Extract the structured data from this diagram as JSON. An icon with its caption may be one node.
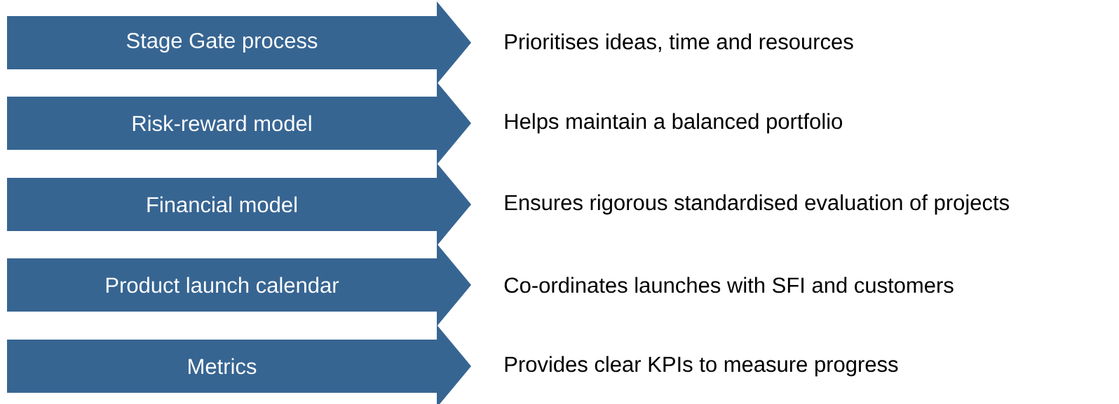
{
  "diagram": {
    "nodes": [
      {
        "text": [
          "Stage Gate process"
        ],
        "beside": [
          "Prioritises ideas, time and resources"
        ]
      },
      {
        "text": [
          "Risk-reward model"
        ],
        "beside": [
          "Helps maintain a balanced portfolio"
        ]
      },
      {
        "text": [
          "Financial model"
        ],
        "beside": [
          "Ensures rigorous standardised evaluation of projects"
        ]
      },
      {
        "text": [
          "Product launch calendar"
        ],
        "beside": [
          "Co-ordinates launches with SFI and customers"
        ]
      },
      {
        "text": [
          "Metrics"
        ],
        "beside": [
          "Provides clear KPIs to measure progress"
        ]
      }
    ]
  }
}
